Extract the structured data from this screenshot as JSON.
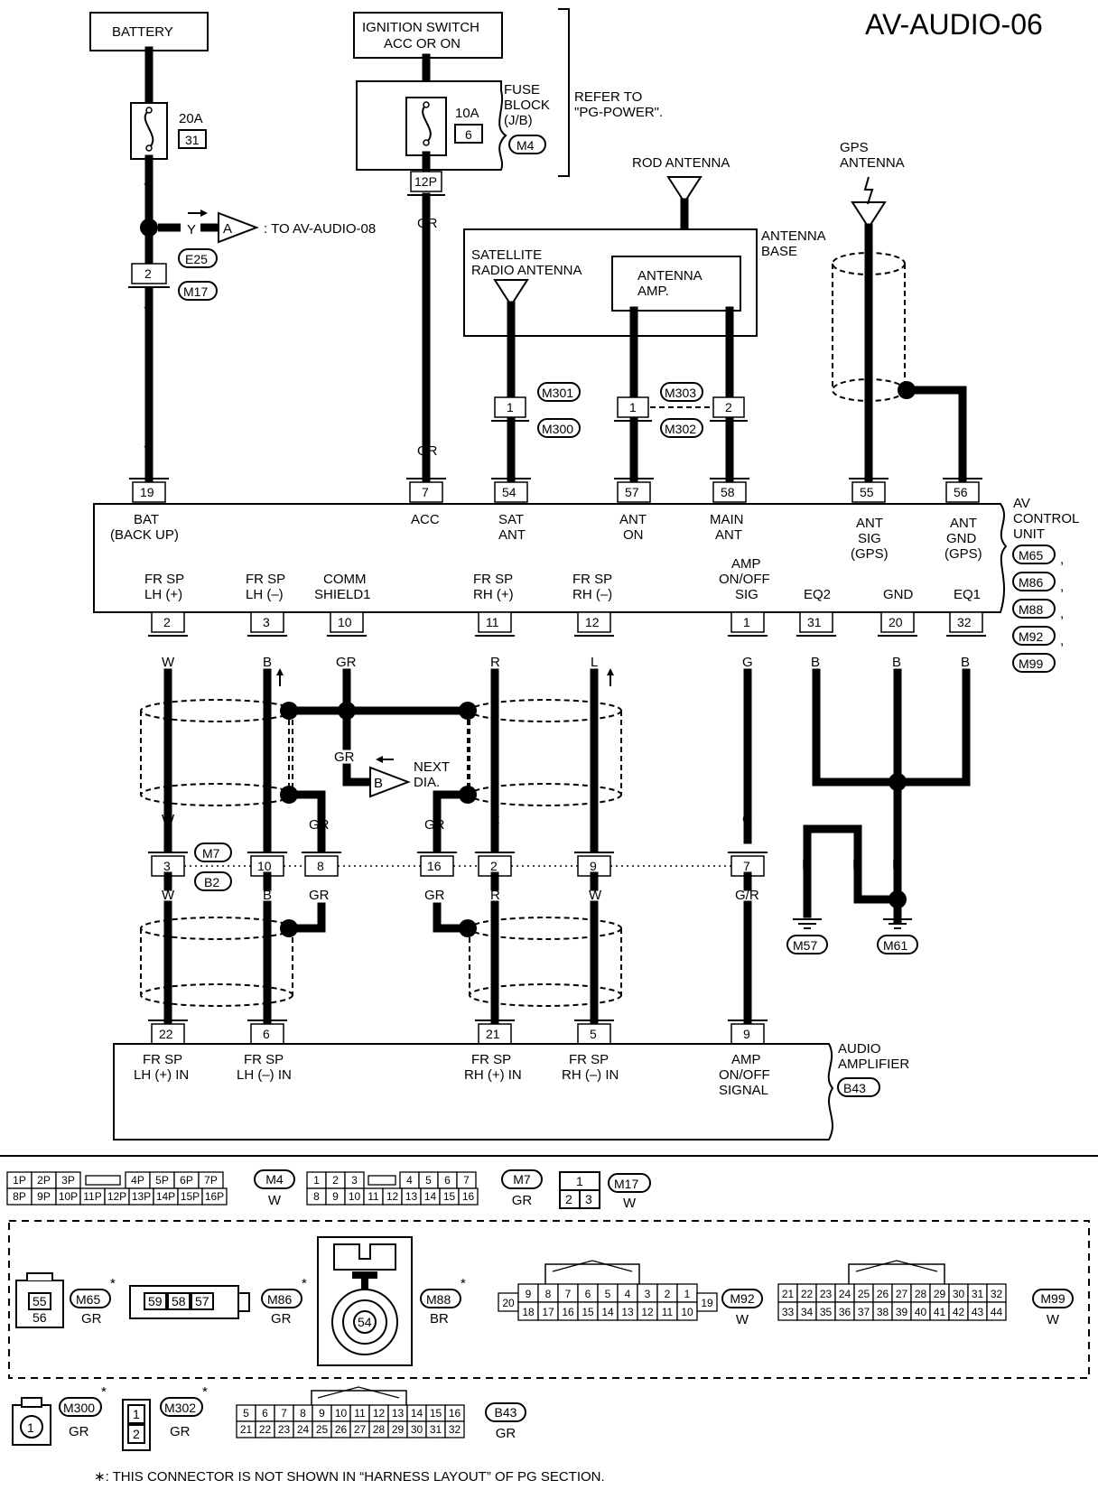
{
  "title": "AV-AUDIO-06",
  "components": {
    "battery": "BATTERY",
    "ignition_l1": "IGNITION SWITCH",
    "ignition_l2": "ACC OR ON",
    "fuse_20a": "20A",
    "fuse_20a_no": "31",
    "fuse_10a": "10A",
    "fuse_10a_no": "6",
    "fuse_block_l1": "FUSE",
    "fuse_block_l2": "BLOCK",
    "fuse_block_l3": "(J/B)",
    "fuse_block_conn": "M4",
    "refer_l1": "REFER TO",
    "refer_l2": "\"PG-POWER\".",
    "rod_antenna": "ROD ANTENNA",
    "gps_l1": "GPS",
    "gps_l2": "ANTENNA",
    "antenna_base_l1": "ANTENNA",
    "antenna_base_l2": "BASE",
    "sat_l1": "SATELLITE",
    "sat_l2": "RADIO ANTENNA",
    "amp_l1": "ANTENNA",
    "amp_l2": "AMP.",
    "to_av_audio": ": TO AV-AUDIO-08",
    "next_l1": "NEXT",
    "next_l2": "DIA.",
    "av_l1": "AV",
    "av_l2": "CONTROL",
    "av_l3": "UNIT",
    "av_conns": [
      "M65",
      "M86",
      "M88",
      "M92",
      "M99"
    ],
    "amp_unit_l1": "AUDIO",
    "amp_unit_l2": "AMPLIFIER",
    "amp_unit_conn": "B43",
    "ground_1": "M57",
    "ground_2": "M61",
    "mark_a": "A",
    "mark_b": "B"
  },
  "wires": {
    "y": "Y",
    "gr": "GR",
    "w": "W",
    "b": "B",
    "r": "R",
    "l": "L",
    "g": "G",
    "gr_r": "G/R"
  },
  "pins": {
    "p12p": "12P",
    "p2": "2",
    "e25": "E25",
    "m17": "M17",
    "m301": "M301",
    "m300": "M300",
    "m303": "M303",
    "m302": "M302",
    "m7": "M7",
    "b2": "B2",
    "one": "1",
    "two": "2",
    "top": [
      "19",
      "7",
      "54",
      "57",
      "58",
      "55",
      "56"
    ],
    "bottom": [
      "2",
      "3",
      "10",
      "11",
      "12",
      "1",
      "31",
      "20",
      "32"
    ],
    "mid": [
      "3",
      "10",
      "8",
      "16",
      "2",
      "9",
      "7"
    ],
    "amp": [
      "22",
      "6",
      "21",
      "5",
      "9"
    ]
  },
  "unit_labels": {
    "bat_l1": "BAT",
    "bat_l2": "(BACK UP)",
    "acc": "ACC",
    "sat_l1": "SAT",
    "sat_l2": "ANT",
    "anton_l1": "ANT",
    "anton_l2": "ON",
    "main_l1": "MAIN",
    "main_l2": "ANT",
    "sig_l1": "ANT",
    "sig_l2": "SIG",
    "sig_l3": "(GPS)",
    "gnd_l1": "ANT",
    "gnd_l2": "GND",
    "gnd_l3": "(GPS)",
    "fr": "FR SP",
    "lhp": "LH (+)",
    "lhm": "LH (–)",
    "rhp": "RH (+)",
    "rhm": "RH (–)",
    "comm_l1": "COMM",
    "comm_l2": "SHIELD1",
    "ampsig_l1": "AMP",
    "ampsig_l2": "ON/OFF",
    "ampsig_l3": "SIG",
    "eq2": "EQ2",
    "gnd": "GND",
    "eq1": "EQ1",
    "in_lhp": "LH (+) IN",
    "in_lhm": "LH (–) IN",
    "in_rhp": "RH (+) IN",
    "in_rhm": "RH (–) IN",
    "in_amp_l1": "AMP",
    "in_amp_l2": "ON/OFF",
    "in_amp_l3": "SIGNAL"
  },
  "connectors": {
    "m4_top": [
      "1P",
      "2P",
      "3P",
      "4P",
      "5P",
      "6P",
      "7P"
    ],
    "m4_bot": [
      "8P",
      "9P",
      "10P",
      "11P",
      "12P",
      "13P",
      "14P",
      "15P",
      "16P"
    ],
    "m4": "M4",
    "m4_color": "W",
    "m7_top": [
      "1",
      "2",
      "3",
      "4",
      "5",
      "6",
      "7"
    ],
    "m7_bot": [
      "8",
      "9",
      "10",
      "11",
      "12",
      "13",
      "14",
      "15",
      "16"
    ],
    "m7": "M7",
    "m7_color": "GR",
    "m17_top": "1",
    "m17_bot": [
      "2",
      "3"
    ],
    "m17": "M17",
    "m17_color": "W",
    "m65_pins": [
      "55",
      "56"
    ],
    "m65": "M65",
    "m65_color": "GR",
    "m86_pins": [
      "59",
      "58",
      "57"
    ],
    "m86": "M86",
    "m86_color": "GR",
    "m88_pin": "54",
    "m88": "M88",
    "m88_color": "BR",
    "m92_top": [
      "9",
      "8",
      "7",
      "6",
      "5",
      "4",
      "3",
      "2",
      "1"
    ],
    "m92_bot": [
      "18",
      "17",
      "16",
      "15",
      "14",
      "13",
      "12",
      "11",
      "10"
    ],
    "m92_left": "20",
    "m92_right": "19",
    "m92": "M92",
    "m92_color": "W",
    "m99_top": [
      "21",
      "22",
      "23",
      "24",
      "25",
      "26",
      "27",
      "28",
      "29",
      "30",
      "31",
      "32"
    ],
    "m99_bot": [
      "33",
      "34",
      "35",
      "36",
      "37",
      "38",
      "39",
      "40",
      "41",
      "42",
      "43",
      "44"
    ],
    "m99": "M99",
    "m99_color": "W",
    "m300_pin": "1",
    "m300": "M300",
    "m300_color": "GR",
    "m302_pins": [
      "1",
      "2"
    ],
    "m302": "M302",
    "m302_color": "GR",
    "b43_top": [
      "5",
      "6",
      "7",
      "8",
      "9",
      "10",
      "11",
      "12",
      "13",
      "14",
      "15",
      "16"
    ],
    "b43_bot": [
      "21",
      "22",
      "23",
      "24",
      "25",
      "26",
      "27",
      "28",
      "29",
      "30",
      "31",
      "32"
    ],
    "b43": "B43",
    "b43_color": "GR",
    "star": "*"
  },
  "footnote": "∗: THIS CONNECTOR IS NOT SHOWN IN “HARNESS LAYOUT” OF PG SECTION."
}
